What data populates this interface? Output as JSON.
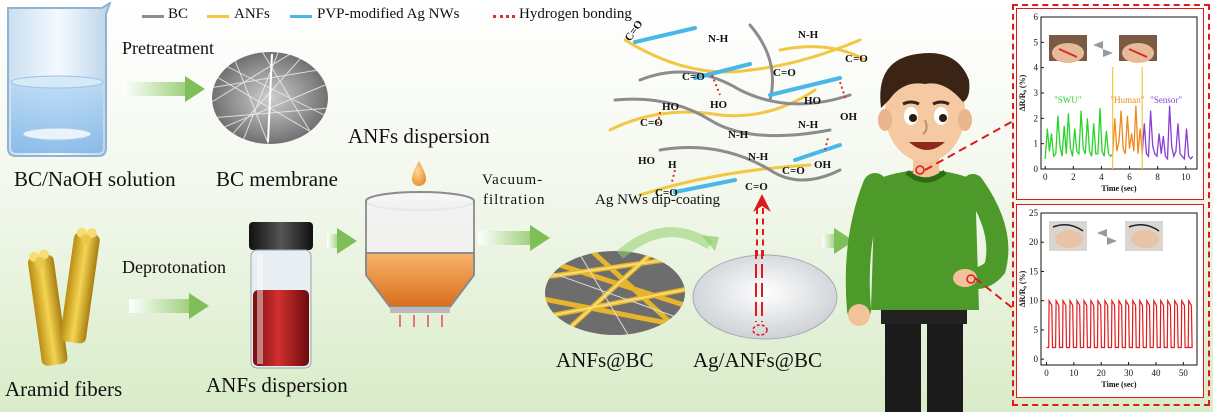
{
  "legend": {
    "bc": "BC",
    "anfs": "ANFs",
    "agnws": "PVP-modified Ag NWs",
    "hbond": "Hydrogen bonding",
    "colors": {
      "bc": "#8c8c8c",
      "anfs": "#f2c744",
      "agnws": "#49b8e6",
      "hbond": "#d9322b"
    }
  },
  "labels": {
    "bc_naoh": "BC/NaOH solution",
    "pretreatment": "Pretreatment",
    "bc_membrane": "BC  membrane",
    "anfs_dispersion_top": "ANFs dispersion",
    "vacuum_1": "Vacuum-",
    "vacuum_2": "filtration",
    "ag_dip": "Ag NWs dip-coating",
    "aramid": "Aramid fibers",
    "deprotonation": "Deprotonation",
    "anfs_dispersion_bottom": "ANFs dispersion",
    "anfs_bc": "ANFs@BC",
    "ag_anfs_bc": "Ag/ANFs@BC"
  },
  "chem": {
    "co": "C=O",
    "nh": "N-H",
    "ho": "HO",
    "oh": "OH",
    "h": "H"
  },
  "chart_top": {
    "ylabel": "ΔR/R₀ (%)",
    "xlabel": "Time (sec)",
    "yticks": [
      "0",
      "1",
      "2",
      "3",
      "4",
      "5",
      "6"
    ],
    "xticks": [
      "0",
      "2",
      "4",
      "6",
      "8",
      "10"
    ],
    "annot_swu": "\"SWU\"",
    "annot_human": "\"Human\"",
    "annot_sensor": "\"Sensor\""
  },
  "chart_bottom": {
    "ylabel": "ΔR/R₀ (%)",
    "xlabel": "Time (sec)",
    "yticks": [
      "0",
      "5",
      "10",
      "15",
      "20",
      "25"
    ],
    "xticks": [
      "0",
      "10",
      "20",
      "30",
      "40",
      "50"
    ]
  },
  "chart_data": [
    {
      "type": "line",
      "title": "",
      "xlabel": "Time (sec)",
      "ylabel": "ΔR/R₀ (%)",
      "xlim": [
        -0.3,
        10.8
      ],
      "ylim": [
        0,
        6
      ],
      "series": [
        {
          "name": "\"SWU\"",
          "color": "#2bd42b",
          "x": [
            0,
            0.15,
            0.3,
            0.45,
            0.6,
            0.75,
            0.9,
            1.05,
            1.2,
            1.35,
            1.5,
            1.65,
            1.8,
            1.95,
            2.1,
            2.25,
            2.4,
            2.55,
            2.7,
            2.85,
            3.0,
            3.15,
            3.3,
            3.45,
            3.6,
            3.75,
            3.9,
            4.05,
            4.2,
            4.35,
            4.5,
            4.65,
            4.8
          ],
          "y": [
            0.4,
            1.6,
            0.7,
            1.4,
            0.5,
            0.6,
            2.1,
            0.9,
            0.5,
            1.7,
            0.6,
            2.2,
            0.8,
            0.5,
            1.6,
            0.7,
            0.6,
            2.3,
            0.8,
            0.6,
            2.0,
            0.7,
            0.5,
            1.8,
            0.6,
            0.6,
            2.4,
            0.7,
            0.5,
            1.5,
            0.6,
            0.5,
            0.6
          ]
        },
        {
          "name": "\"Human\"",
          "color": "#f08a1c",
          "x": [
            4.8,
            4.95,
            5.1,
            5.25,
            5.4,
            5.55,
            5.7,
            5.85,
            6.0,
            6.15,
            6.3,
            6.45,
            6.6,
            6.75,
            6.9
          ],
          "y": [
            0.6,
            2.0,
            0.7,
            1.1,
            2.3,
            0.8,
            0.6,
            2.1,
            0.8,
            1.4,
            0.7,
            2.5,
            0.6,
            1.6,
            0.6
          ]
        },
        {
          "name": "\"Sensor\"",
          "color": "#8a3fd6",
          "x": [
            6.9,
            7.05,
            7.2,
            7.35,
            7.5,
            7.65,
            7.8,
            7.95,
            8.1,
            8.25,
            8.4,
            8.55,
            8.7,
            8.85,
            9.0,
            9.15,
            9.3,
            9.45,
            9.6,
            9.75,
            9.9,
            10.05,
            10.2,
            10.35,
            10.5
          ],
          "y": [
            0.6,
            1.8,
            0.6,
            0.5,
            2.3,
            0.9,
            0.6,
            0.5,
            1.4,
            0.6,
            1.3,
            0.5,
            0.4,
            2.5,
            0.9,
            0.5,
            0.7,
            1.8,
            0.6,
            0.5,
            0.4,
            1.6,
            0.5,
            0.4,
            0.5
          ]
        }
      ]
    },
    {
      "type": "line",
      "title": "",
      "xlabel": "Time (sec)",
      "ylabel": "ΔR/R₀ (%)",
      "xlim": [
        -2,
        55
      ],
      "ylim": [
        -1,
        25
      ],
      "series": [
        {
          "color": "#e21b1b",
          "period": 2.55,
          "start": 0.8,
          "end": 52,
          "low": 2,
          "high": 10
        }
      ]
    }
  ]
}
